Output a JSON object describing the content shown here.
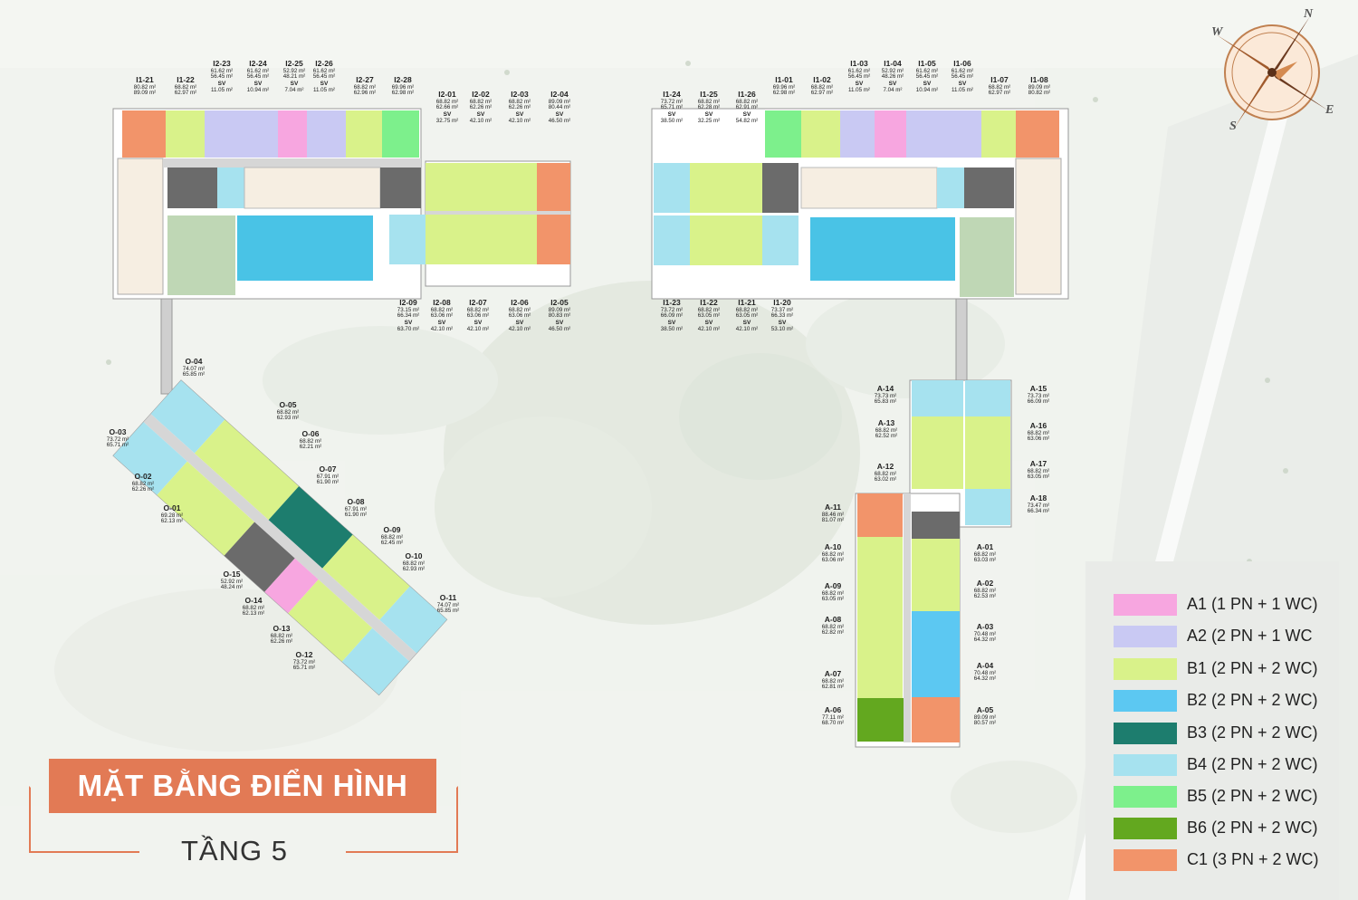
{
  "title": {
    "main": "MẶT BẰNG ĐIỂN HÌNH",
    "floor": "TẦNG 5"
  },
  "compass": {
    "n": "N",
    "w": "W",
    "s": "S",
    "e": "E"
  },
  "colors": {
    "A1": "#f7a6e0",
    "A2": "#c9c9f3",
    "B1": "#d9f28a",
    "B2": "#5cc8f2",
    "B3": "#1d7d6e",
    "B4": "#a6e2ef",
    "B5": "#7df08c",
    "B6": "#63a81f",
    "C1": "#f2946a",
    "core": "#6b6b6b",
    "corridor": "#d6d6d6",
    "pool": "#49c3e6",
    "accent": "#e27a55"
  },
  "legend": [
    {
      "key": "A1",
      "label": "A1 (1 PN + 1 WC)"
    },
    {
      "key": "A2",
      "label": "A2 (2 PN + 1 WC"
    },
    {
      "key": "B1",
      "label": "B1 (2 PN + 2 WC)"
    },
    {
      "key": "B2",
      "label": "B2 (2 PN + 2 WC)"
    },
    {
      "key": "B3",
      "label": "B3 (2 PN + 2 WC)"
    },
    {
      "key": "B4",
      "label": "B4 (2 PN + 2 WC)"
    },
    {
      "key": "B5",
      "label": "B5 (2 PN + 2 WC)"
    },
    {
      "key": "B6",
      "label": "B6 (2 PN + 2 WC)"
    },
    {
      "key": "C1",
      "label": "C1 (3 PN + 2 WC)"
    }
  ],
  "units": [
    {
      "code": "I1-21",
      "a1": "80.82 m²",
      "a2": "89.09 m²",
      "sv": "",
      "svv": ""
    },
    {
      "code": "I1-22",
      "a1": "68.82 m²",
      "a2": "62.97 m²",
      "sv": "",
      "svv": ""
    },
    {
      "code": "I2-23",
      "a1": "61.62 m²",
      "a2": "56.45 m²",
      "sv": "SV",
      "svv": "11.05 m²"
    },
    {
      "code": "I2-24",
      "a1": "61.62 m²",
      "a2": "56.45 m²",
      "sv": "SV",
      "svv": "10.94 m²"
    },
    {
      "code": "I2-25",
      "a1": "52.92 m²",
      "a2": "48.21 m²",
      "sv": "SV",
      "svv": "7.04 m²"
    },
    {
      "code": "I2-26",
      "a1": "61.62 m²",
      "a2": "56.45 m²",
      "sv": "SV",
      "svv": "11.05 m²"
    },
    {
      "code": "I2-27",
      "a1": "68.82 m²",
      "a2": "62.96 m²",
      "sv": "",
      "svv": ""
    },
    {
      "code": "I2-28",
      "a1": "69.96 m²",
      "a2": "62.98 m²",
      "sv": "",
      "svv": ""
    },
    {
      "code": "I2-01",
      "a1": "68.82 m²",
      "a2": "62.66 m²",
      "sv": "SV",
      "svv": "32.75 m²"
    },
    {
      "code": "I2-02",
      "a1": "68.82 m²",
      "a2": "62.26 m²",
      "sv": "SV",
      "svv": "42.10 m²"
    },
    {
      "code": "I2-03",
      "a1": "68.82 m²",
      "a2": "62.26 m²",
      "sv": "SV",
      "svv": "42.10 m²"
    },
    {
      "code": "I2-04",
      "a1": "89.09 m²",
      "a2": "80.44 m²",
      "sv": "SV",
      "svv": "46.50 m²"
    },
    {
      "code": "I2-09",
      "a1": "73.15 m²",
      "a2": "66.34 m²",
      "sv": "SV",
      "svv": "63.70 m²"
    },
    {
      "code": "I2-08",
      "a1": "68.82 m²",
      "a2": "63.06 m²",
      "sv": "SV",
      "svv": "42.10 m²"
    },
    {
      "code": "I2-07",
      "a1": "68.82 m²",
      "a2": "63.06 m²",
      "sv": "SV",
      "svv": "42.10 m²"
    },
    {
      "code": "I2-06",
      "a1": "68.82 m²",
      "a2": "63.06 m²",
      "sv": "SV",
      "svv": "42.10 m²"
    },
    {
      "code": "I2-05",
      "a1": "89.09 m²",
      "a2": "80.83 m²",
      "sv": "SV",
      "svv": "46.50 m²"
    },
    {
      "code": "I1-24",
      "a1": "73.72 m²",
      "a2": "65.71 m²",
      "sv": "SV",
      "svv": "38.50 m²"
    },
    {
      "code": "I1-25",
      "a1": "68.82 m²",
      "a2": "62.28 m²",
      "sv": "SV",
      "svv": "32.25 m²"
    },
    {
      "code": "I1-26",
      "a1": "68.82 m²",
      "a2": "62.91 m²",
      "sv": "SV",
      "svv": "54.82 m²"
    },
    {
      "code": "I1-01",
      "a1": "69.96 m²",
      "a2": "62.98 m²",
      "sv": "",
      "svv": ""
    },
    {
      "code": "I1-02",
      "a1": "68.82 m²",
      "a2": "62.97 m²",
      "sv": "",
      "svv": ""
    },
    {
      "code": "I1-03",
      "a1": "61.62 m²",
      "a2": "56.45 m²",
      "sv": "SV",
      "svv": "11.05 m²"
    },
    {
      "code": "I1-04",
      "a1": "52.92 m²",
      "a2": "48.26 m²",
      "sv": "SV",
      "svv": "7.04 m²"
    },
    {
      "code": "I1-05",
      "a1": "61.62 m²",
      "a2": "56.45 m²",
      "sv": "SV",
      "svv": "10.94 m²"
    },
    {
      "code": "I1-06",
      "a1": "61.62 m²",
      "a2": "56.45 m²",
      "sv": "SV",
      "svv": "11.05 m²"
    },
    {
      "code": "I1-07",
      "a1": "68.82 m²",
      "a2": "62.97 m²",
      "sv": "",
      "svv": ""
    },
    {
      "code": "I1-08",
      "a1": "89.09 m²",
      "a2": "80.82 m²",
      "sv": "",
      "svv": ""
    },
    {
      "code": "I1-23",
      "a1": "73.72 m²",
      "a2": "66.09 m²",
      "sv": "SV",
      "svv": "38.50 m²"
    },
    {
      "code": "I1-22",
      "a1": "68.82 m²",
      "a2": "63.05 m²",
      "sv": "SV",
      "svv": "42.10 m²"
    },
    {
      "code": "I1-21",
      "a1": "68.82 m²",
      "a2": "63.05 m²",
      "sv": "SV",
      "svv": "42.10 m²"
    },
    {
      "code": "I1-20",
      "a1": "73.37 m²",
      "a2": "66.33 m²",
      "sv": "SV",
      "svv": "53.10 m²"
    },
    {
      "code": "O-04",
      "a1": "74.07 m²",
      "a2": "65.85 m²",
      "sv": "",
      "svv": ""
    },
    {
      "code": "O-05",
      "a1": "68.82 m²",
      "a2": "62.93 m²",
      "sv": "",
      "svv": ""
    },
    {
      "code": "O-03",
      "a1": "73.72 m²",
      "a2": "65.71 m²",
      "sv": "",
      "svv": ""
    },
    {
      "code": "O-06",
      "a1": "68.82 m²",
      "a2": "62.21 m²",
      "sv": "",
      "svv": ""
    },
    {
      "code": "O-07",
      "a1": "67.91 m²",
      "a2": "61.90 m²",
      "sv": "",
      "svv": ""
    },
    {
      "code": "O-02",
      "a1": "68.82 m²",
      "a2": "62.26 m²",
      "sv": "",
      "svv": ""
    },
    {
      "code": "O-08",
      "a1": "67.91 m²",
      "a2": "61.90 m²",
      "sv": "",
      "svv": ""
    },
    {
      "code": "O-01",
      "a1": "69.28 m²",
      "a2": "62.13 m²",
      "sv": "",
      "svv": ""
    },
    {
      "code": "O-09",
      "a1": "68.82 m²",
      "a2": "62.45 m²",
      "sv": "",
      "svv": ""
    },
    {
      "code": "O-10",
      "a1": "68.82 m²",
      "a2": "62.93 m²",
      "sv": "",
      "svv": ""
    },
    {
      "code": "O-15",
      "a1": "52.92 m²",
      "a2": "48.24 m²",
      "sv": "",
      "svv": ""
    },
    {
      "code": "O-14",
      "a1": "68.82 m²",
      "a2": "62.13 m²",
      "sv": "",
      "svv": ""
    },
    {
      "code": "O-11",
      "a1": "74.07 m²",
      "a2": "65.85 m²",
      "sv": "",
      "svv": ""
    },
    {
      "code": "O-13",
      "a1": "68.82 m²",
      "a2": "62.26 m²",
      "sv": "",
      "svv": ""
    },
    {
      "code": "O-12",
      "a1": "73.72 m²",
      "a2": "65.71 m²",
      "sv": "",
      "svv": ""
    },
    {
      "code": "A-14",
      "a1": "73.73 m²",
      "a2": "65.83 m²",
      "sv": "",
      "svv": ""
    },
    {
      "code": "A-15",
      "a1": "73.73 m²",
      "a2": "66.09 m²",
      "sv": "",
      "svv": ""
    },
    {
      "code": "A-13",
      "a1": "68.82 m²",
      "a2": "62.52 m²",
      "sv": "",
      "svv": ""
    },
    {
      "code": "A-16",
      "a1": "68.82 m²",
      "a2": "63.06 m²",
      "sv": "",
      "svv": ""
    },
    {
      "code": "A-12",
      "a1": "68.82 m²",
      "a2": "63.02 m²",
      "sv": "",
      "svv": ""
    },
    {
      "code": "A-17",
      "a1": "68.82 m²",
      "a2": "63.05 m²",
      "sv": "",
      "svv": ""
    },
    {
      "code": "A-18",
      "a1": "73.47 m²",
      "a2": "66.34 m²",
      "sv": "",
      "svv": ""
    },
    {
      "code": "A-11",
      "a1": "88.46 m²",
      "a2": "81.07 m²",
      "sv": "",
      "svv": ""
    },
    {
      "code": "A-10",
      "a1": "68.82 m²",
      "a2": "63.06 m²",
      "sv": "",
      "svv": ""
    },
    {
      "code": "A-01",
      "a1": "68.82 m²",
      "a2": "63.03 m²",
      "sv": "",
      "svv": ""
    },
    {
      "code": "A-09",
      "a1": "68.82 m²",
      "a2": "63.05 m²",
      "sv": "",
      "svv": ""
    },
    {
      "code": "A-02",
      "a1": "68.82 m²",
      "a2": "62.53 m²",
      "sv": "",
      "svv": ""
    },
    {
      "code": "A-08",
      "a1": "68.82 m²",
      "a2": "62.82 m²",
      "sv": "",
      "svv": ""
    },
    {
      "code": "A-03",
      "a1": "70.48 m²",
      "a2": "64.32 m²",
      "sv": "",
      "svv": ""
    },
    {
      "code": "A-07",
      "a1": "68.82 m²",
      "a2": "62.81 m²",
      "sv": "",
      "svv": ""
    },
    {
      "code": "A-04",
      "a1": "70.48 m²",
      "a2": "64.32 m²",
      "sv": "",
      "svv": ""
    },
    {
      "code": "A-06",
      "a1": "77.11 m²",
      "a2": "68.70 m²",
      "sv": "",
      "svv": ""
    },
    {
      "code": "A-05",
      "a1": "89.09 m²",
      "a2": "80.57 m²",
      "sv": "",
      "svv": ""
    }
  ]
}
